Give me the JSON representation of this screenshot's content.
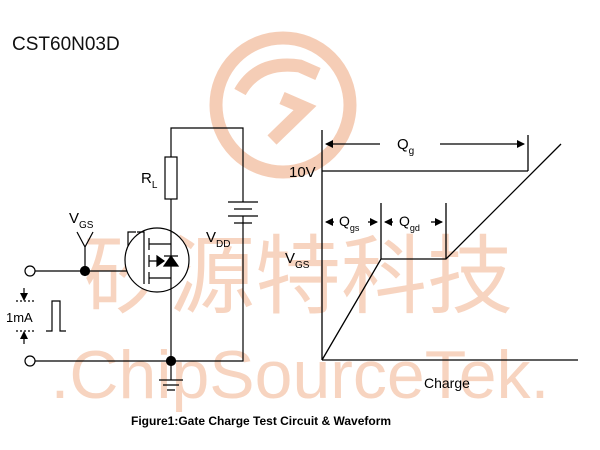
{
  "part_number": "CST60N03D",
  "watermark": {
    "chinese": "矽源特科技",
    "latin": ".ChipSourceTek.",
    "color": "#f5c9b2"
  },
  "circuit": {
    "load_resistor": {
      "main": "R",
      "sub": "L"
    },
    "gate_source_voltage": {
      "main": "V",
      "sub": "GS"
    },
    "drain_supply": {
      "main": "V",
      "sub": "DD"
    },
    "gate_current": "1mA"
  },
  "waveform": {
    "y_level_label": "10V",
    "y_axis_label": {
      "main": "V",
      "sub": "GS"
    },
    "x_axis_label": "Charge",
    "qg": {
      "main": "Q",
      "sub": "g"
    },
    "qgs": {
      "main": "Q",
      "sub": "gs"
    },
    "qgd": {
      "main": "Q",
      "sub": "gd"
    }
  },
  "caption": "Figure1:Gate Charge Test Circuit & Waveform"
}
